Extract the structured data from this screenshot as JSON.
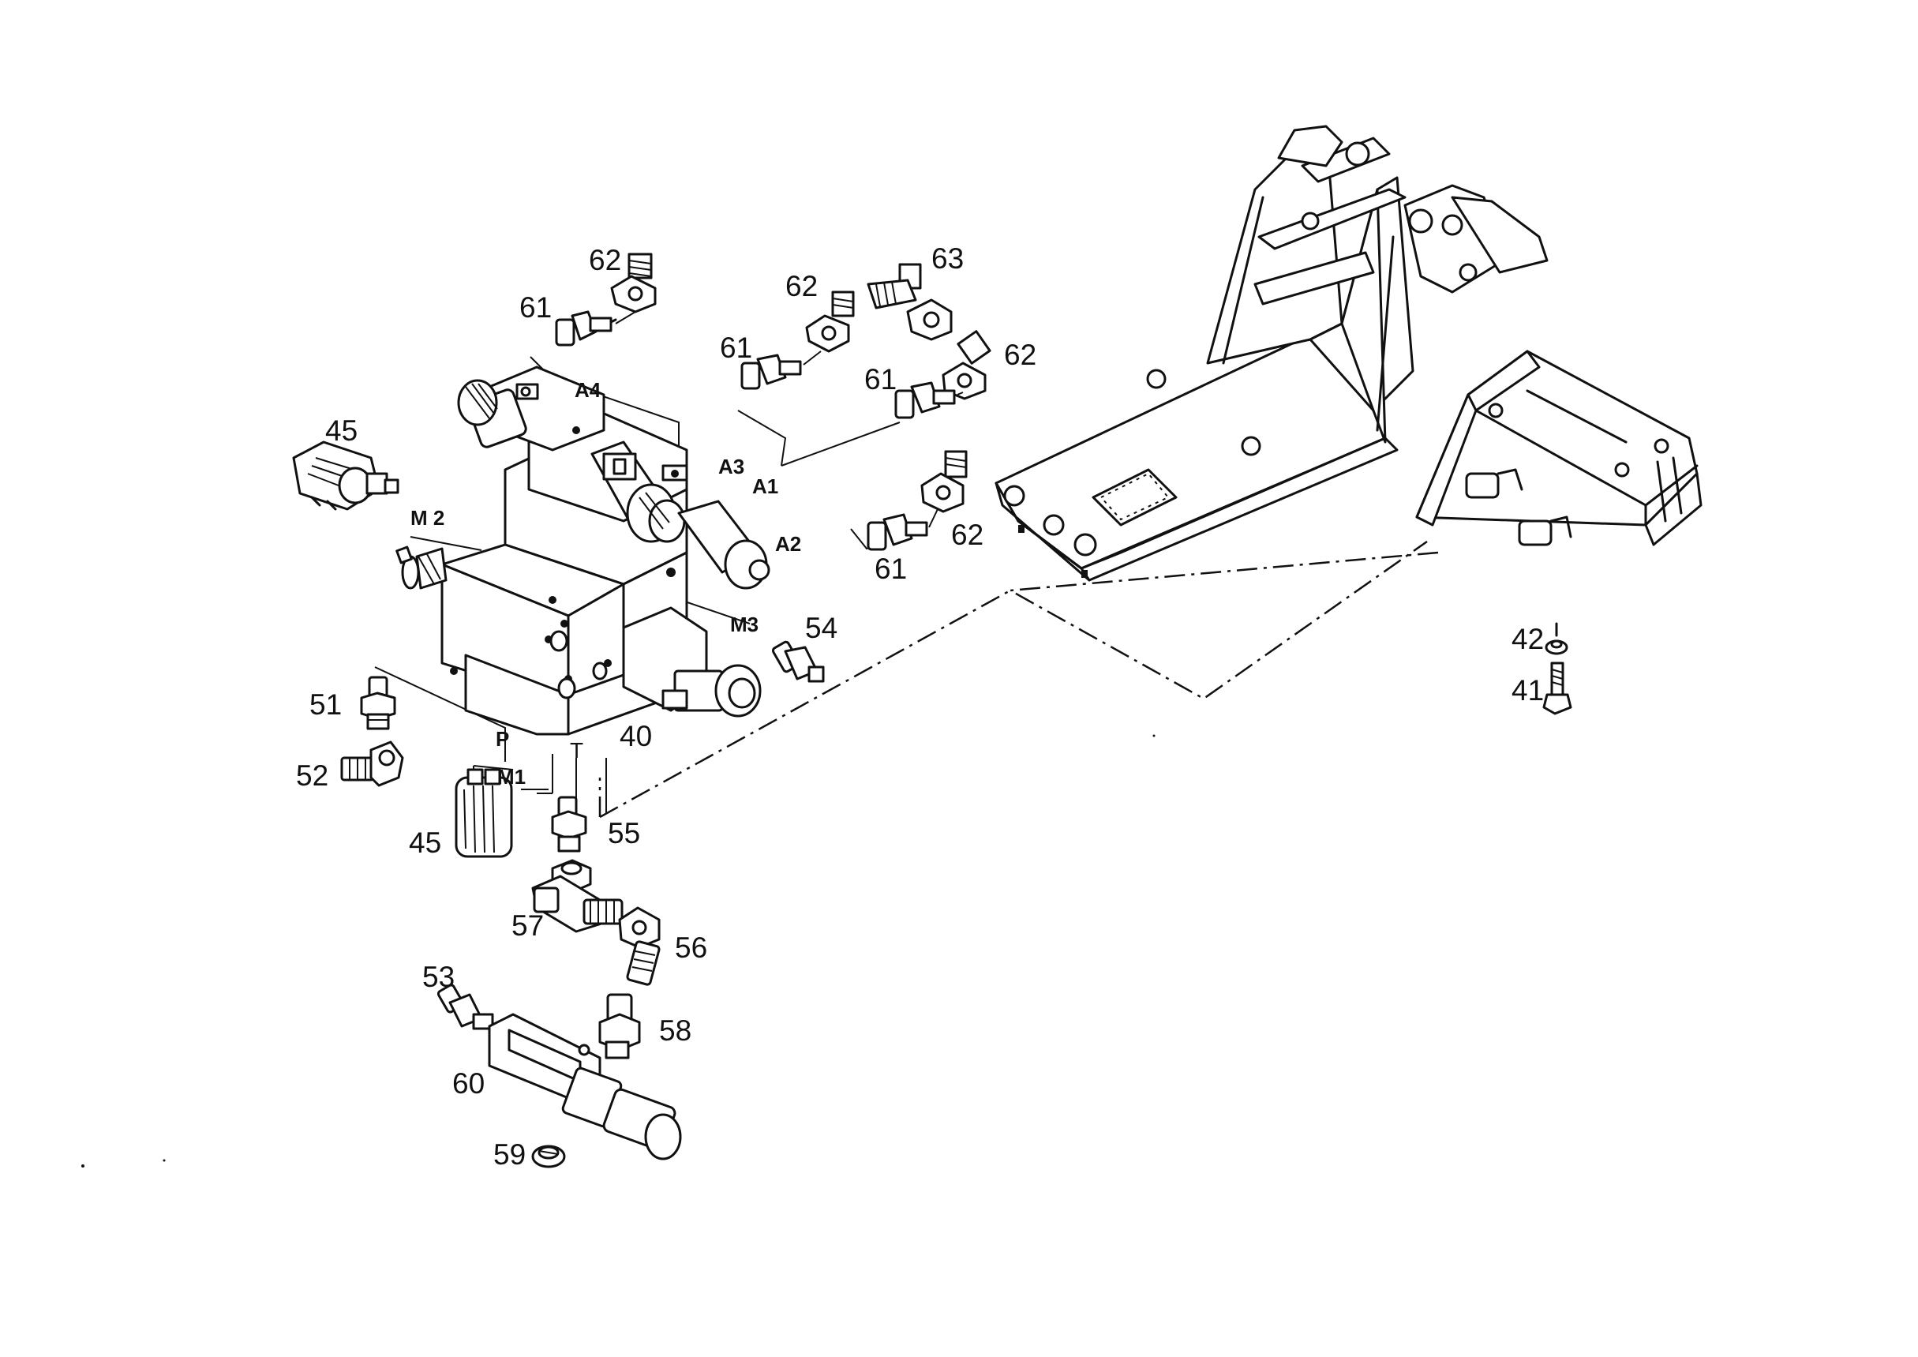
{
  "labels": {
    "l62a": "62",
    "l61a": "61",
    "l62b": "62",
    "l63": "63",
    "l61b": "61",
    "l62c": "62",
    "l61c": "61",
    "l45a": "45",
    "l62d": "62",
    "l61d": "61",
    "l54": "54",
    "l51": "51",
    "l40": "40",
    "l52": "52",
    "l45b": "45",
    "l55": "55",
    "l57": "57",
    "l56": "56",
    "l53": "53",
    "l58": "58",
    "l60": "60",
    "l59": "59",
    "l42": "42",
    "l41": "41"
  },
  "ports": {
    "a4": "A4",
    "a3": "A3",
    "a1": "A1",
    "a2": "A2",
    "m2": "M 2",
    "m3": "M3",
    "p": "P",
    "t": "T",
    "m1": "M1"
  }
}
